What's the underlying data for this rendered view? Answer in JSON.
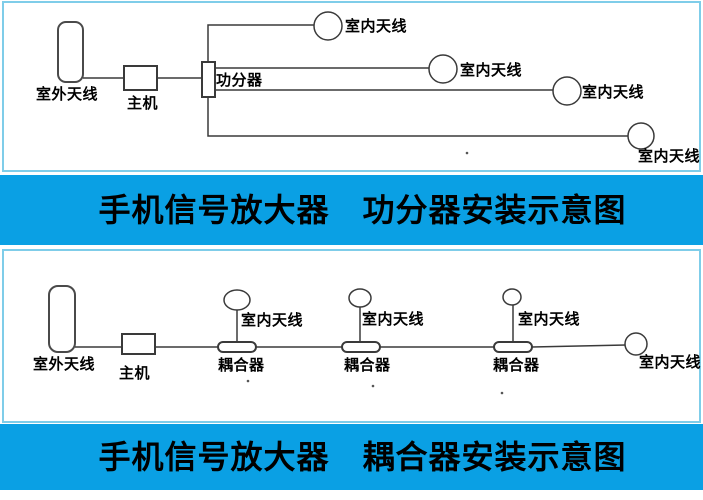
{
  "banner1": {
    "title": "手机信号放大器　功分器安装示意图"
  },
  "banner2": {
    "title": "手机信号放大器　耦合器安装示意图"
  },
  "diagram1": {
    "outdoor_antenna": "室外天线",
    "host": "主机",
    "splitter": "功分器",
    "indoor_antennas": [
      "室内天线",
      "室内天线",
      "室内天线",
      "室内天线"
    ]
  },
  "diagram2": {
    "outdoor_antenna": "室外天线",
    "host": "主机",
    "couplers": [
      "耦合器",
      "耦合器",
      "耦合器"
    ],
    "indoor_antennas": [
      "室内天线",
      "室内天线",
      "室内天线",
      "室内天线"
    ]
  },
  "colors": {
    "banner_blue": "#0aa0e4",
    "panel_border": "#7fcde9",
    "shape_stroke": "#3a3a3a",
    "text": "#000000"
  }
}
